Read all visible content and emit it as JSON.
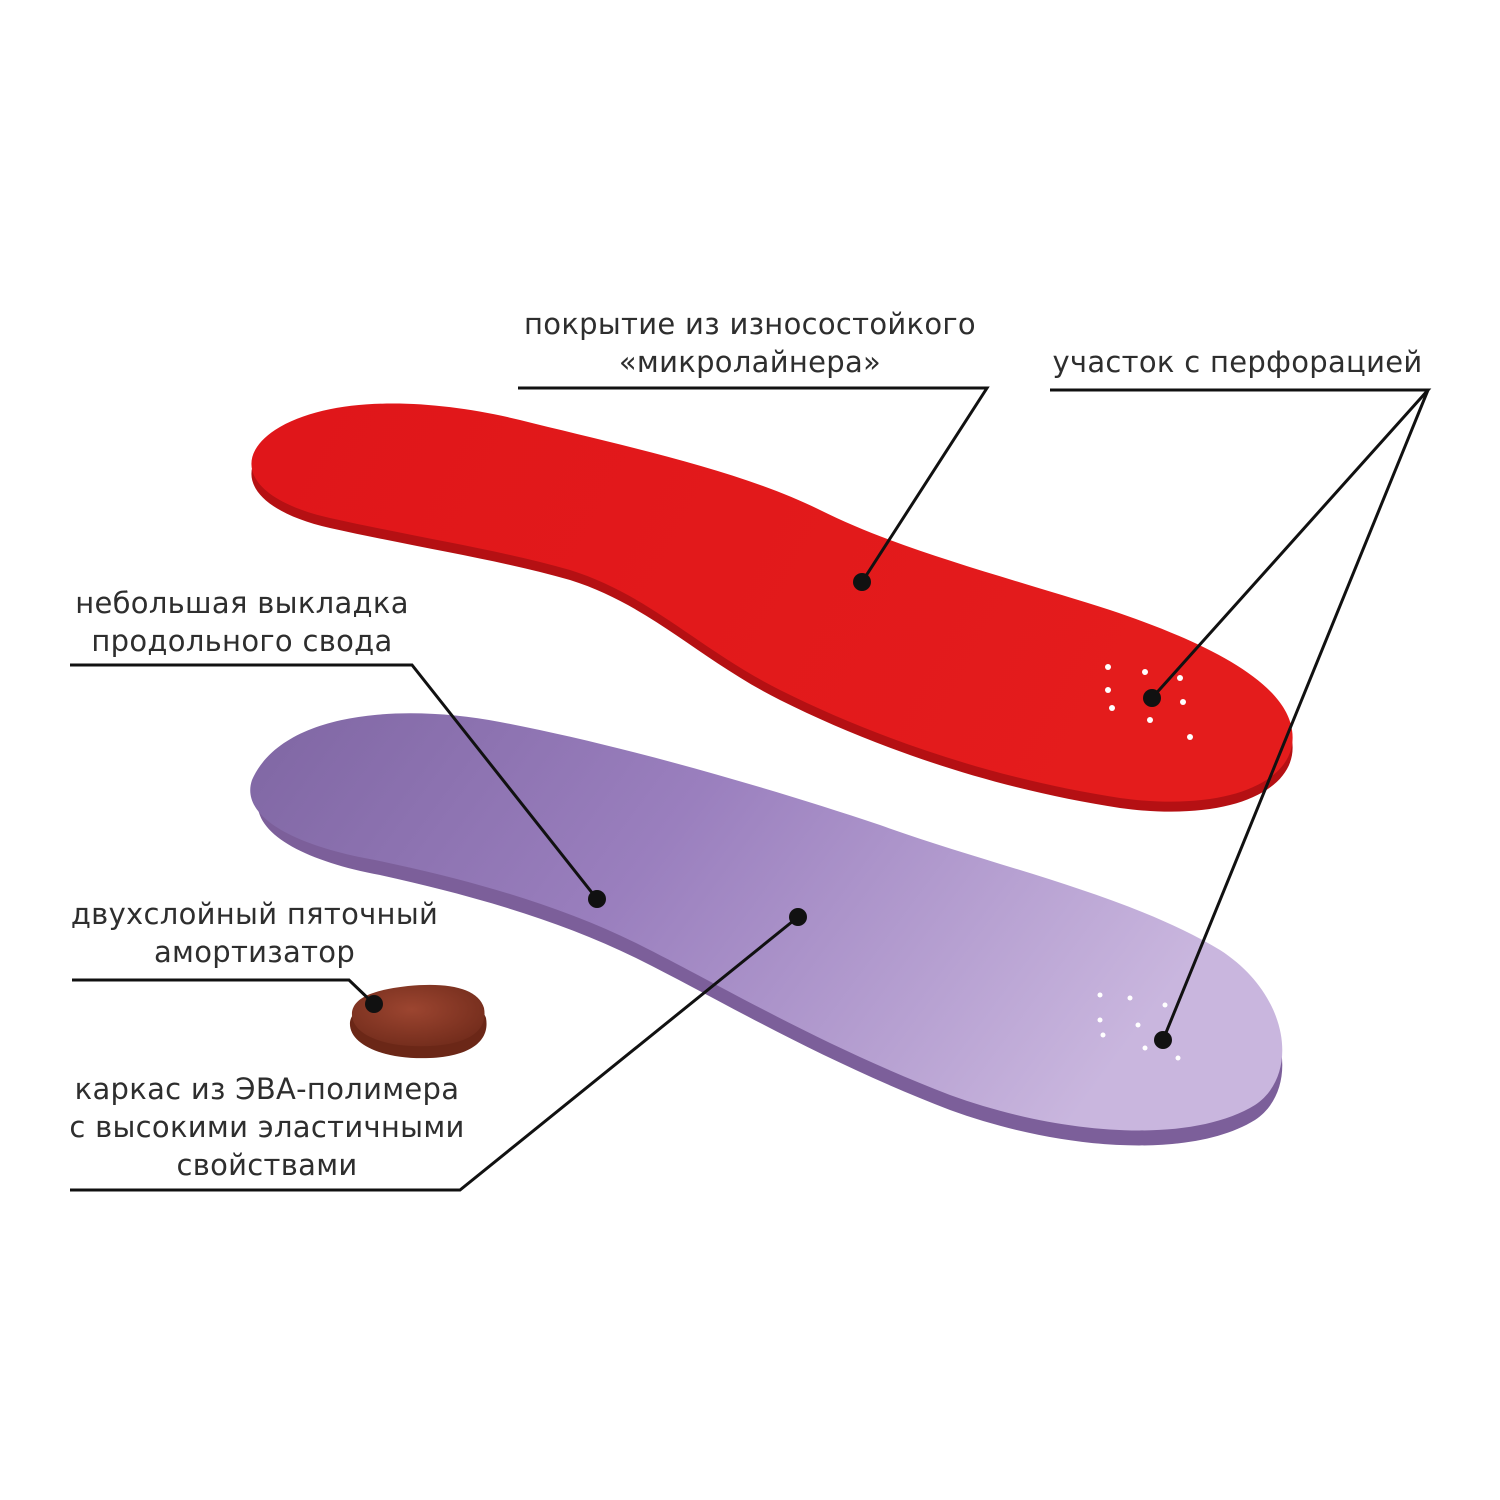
{
  "colors": {
    "red_layer": "#e31a1c",
    "red_shadow": "#b50f12",
    "purple_layer": "#9b7fbf",
    "purple_light": "#c3afd9",
    "purple_dark": "#7d6099",
    "heel_pad": "#8c3a26",
    "leader_line": "#111111",
    "text": "#2e2e2e"
  },
  "labels": {
    "cover": [
      "покрытие из износостойкого",
      "«микролайнера»"
    ],
    "perforation": [
      "участок с перфорацией"
    ],
    "arch": [
      "небольшая выкладка",
      "продольного свода"
    ],
    "heel": [
      "двухслойный пяточный",
      "амортизатор"
    ],
    "frame": [
      "каркас из ЭВА-полимера",
      "с высокими эластичными",
      "свойствами"
    ]
  }
}
